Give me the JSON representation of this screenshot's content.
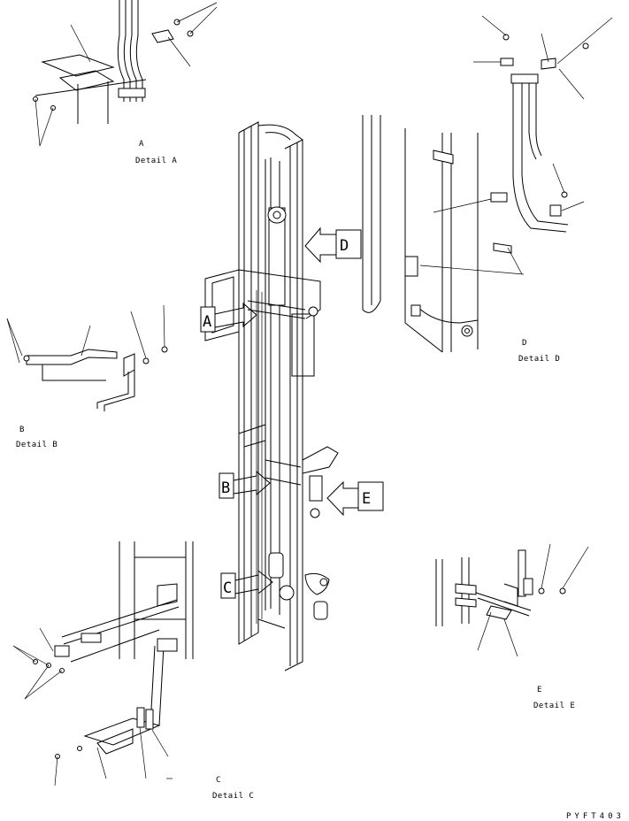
{
  "callouts": {
    "a": "A",
    "b": "B",
    "c": "C",
    "d": "D",
    "e": "E"
  },
  "details": {
    "a": {
      "key": "A",
      "title": "Detail A"
    },
    "b": {
      "key": "B",
      "title": "Detail B"
    },
    "c": {
      "key": "C",
      "title": "Detail C"
    },
    "d": {
      "key": "D",
      "title": "Detail D"
    },
    "e": {
      "key": "E",
      "title": "Detail E"
    }
  },
  "drawing_code": "PYFT403"
}
